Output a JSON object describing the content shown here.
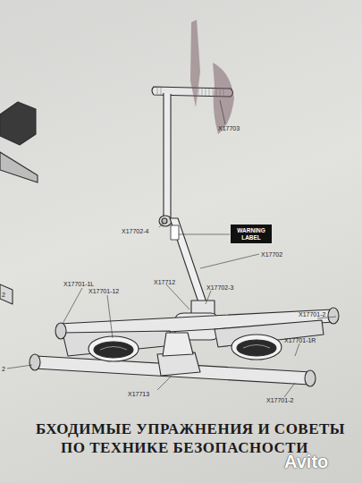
{
  "diagram": {
    "nodes": [
      {
        "text": [
          "WARNING LABEL"
        ]
      }
    ],
    "labels": [
      "X17703",
      "X17702-4",
      "X17702",
      "X17712",
      "X17702-3",
      "X17701-1L",
      "X17701-12",
      "2",
      "X17701-2",
      "X17701-1R",
      "2",
      "X17713",
      "X17701-2",
      "БХОДИМЫЕ УПРАЖНЕНИЯ И СОВЕТЫ",
      "ПО ТЕХНИКЕ БЕЗОПАСНОСТИ",
      "Avito"
    ]
  }
}
